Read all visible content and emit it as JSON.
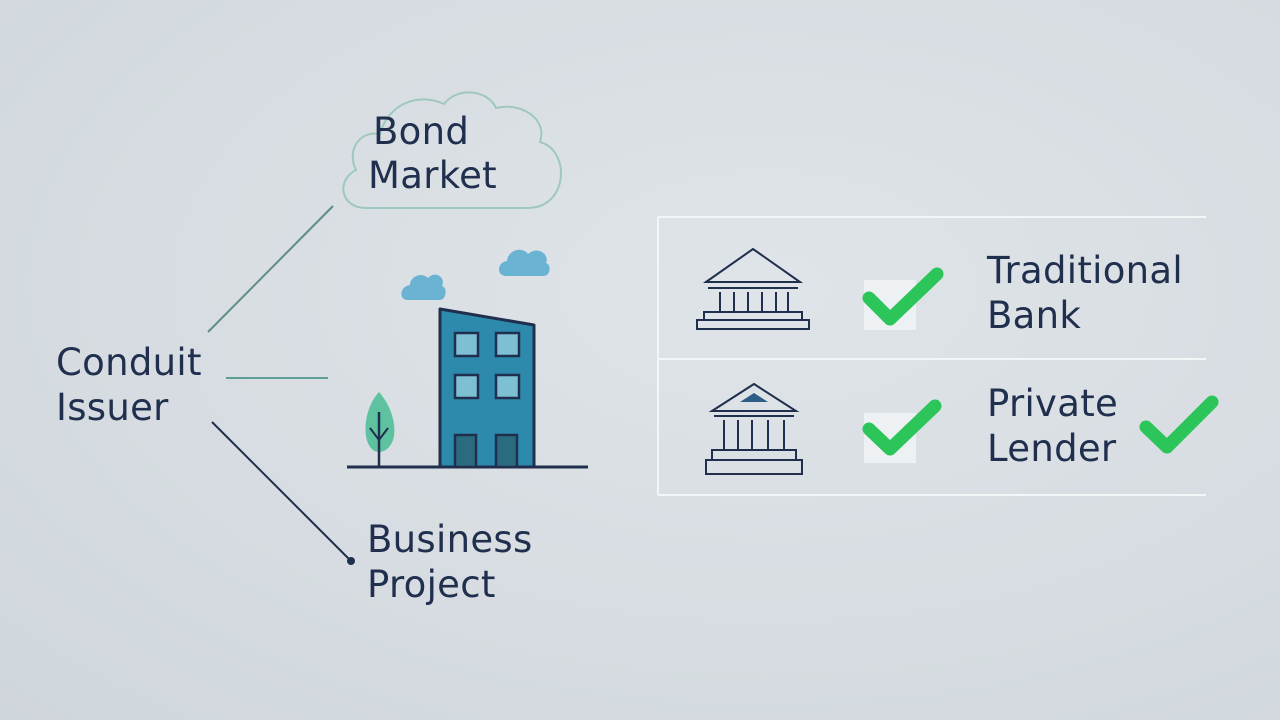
{
  "nodes": {
    "conduit_issuer": {
      "line1": "Conduit",
      "line2": "Issuer"
    },
    "bond_market": {
      "line1": "Bond",
      "line2": "Market"
    },
    "business_project": {
      "line1": "Business",
      "line2": "Project"
    }
  },
  "lenders": [
    {
      "line1": "Traditional",
      "line2": "Bank",
      "icon": "bank-building-icon",
      "checks": 1
    },
    {
      "line1": "Private",
      "line2": "Lender",
      "icon": "bank-building-icon",
      "checks": 2
    }
  ],
  "colors": {
    "ink": "#1f2f4d",
    "building": "#2d8aad",
    "cloud_small": "#6bb3d3",
    "tree": "#5ec2a0",
    "check": "#2bc55a",
    "connector": "#5f8c8a"
  }
}
